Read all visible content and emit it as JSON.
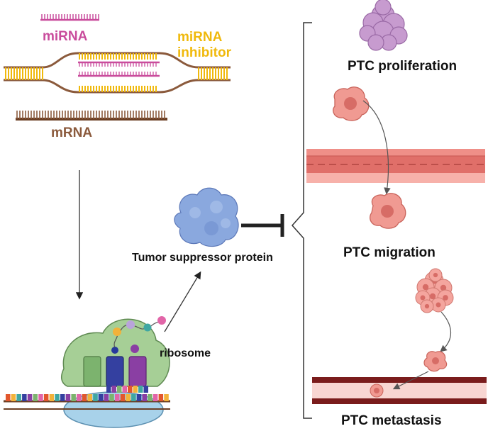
{
  "labels": {
    "mirna": "miRNA",
    "mirna_inhibitor_line1": "miRNA",
    "mirna_inhibitor_line2": "inhibitor",
    "mrna": "mRNA",
    "tumor_suppressor": "Tumor suppressor protein",
    "ribosome": "ribosome",
    "ptc_proliferation": "PTC proliferation",
    "ptc_migration": "PTC migration",
    "ptc_metastasis": "PTC metastasis"
  },
  "colors": {
    "mirna": "#c94c9c",
    "inhibitor": "#f0b90c",
    "mrna": "#8b5a3c",
    "ribosome": "#a6cf96",
    "protein": "#8aa8de",
    "cell": "#f09a92",
    "vessel": "#e9837e",
    "proliferation_cluster": "#c79bcf"
  }
}
